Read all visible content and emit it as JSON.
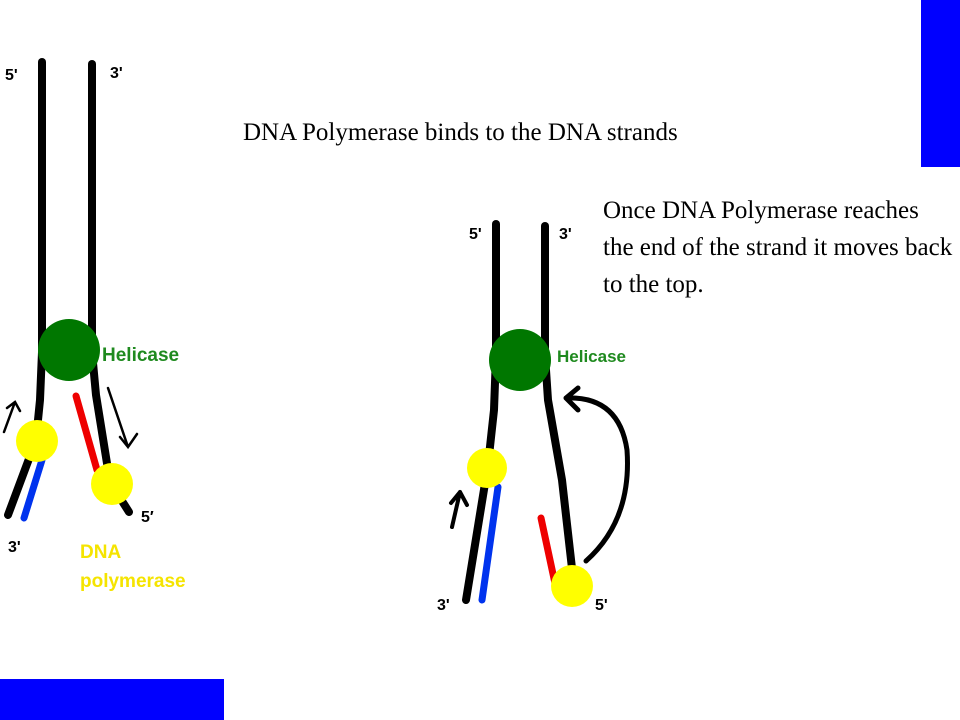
{
  "colors": {
    "accent_bar": "#0000ff",
    "strand": "#000000",
    "helicase": "#007700",
    "polymerase": "#ffff00",
    "new_strand_leading": "#0033ee",
    "new_strand_lagging": "#ee0000",
    "helicase_label": "#1f8a1f",
    "polymerase_label": "#f5e400"
  },
  "captions": {
    "binding": "DNA Polymerase binds to the DNA strands",
    "return": "Once DNA Polymerase reaches the end of the strand it moves back to the top."
  },
  "left_diagram": {
    "top_left_end": "5'",
    "top_right_end": "3'",
    "helicase_label": "Helicase",
    "bottom_right_end": "5′",
    "bottom_left_end": "3'",
    "polymerase_label_line1": "DNA",
    "polymerase_label_line2": "polymerase"
  },
  "right_diagram": {
    "top_left_end": "5'",
    "top_right_end": "3'",
    "helicase_label": "Helicase",
    "bottom_left_end": "3'",
    "bottom_right_end": "5'"
  }
}
